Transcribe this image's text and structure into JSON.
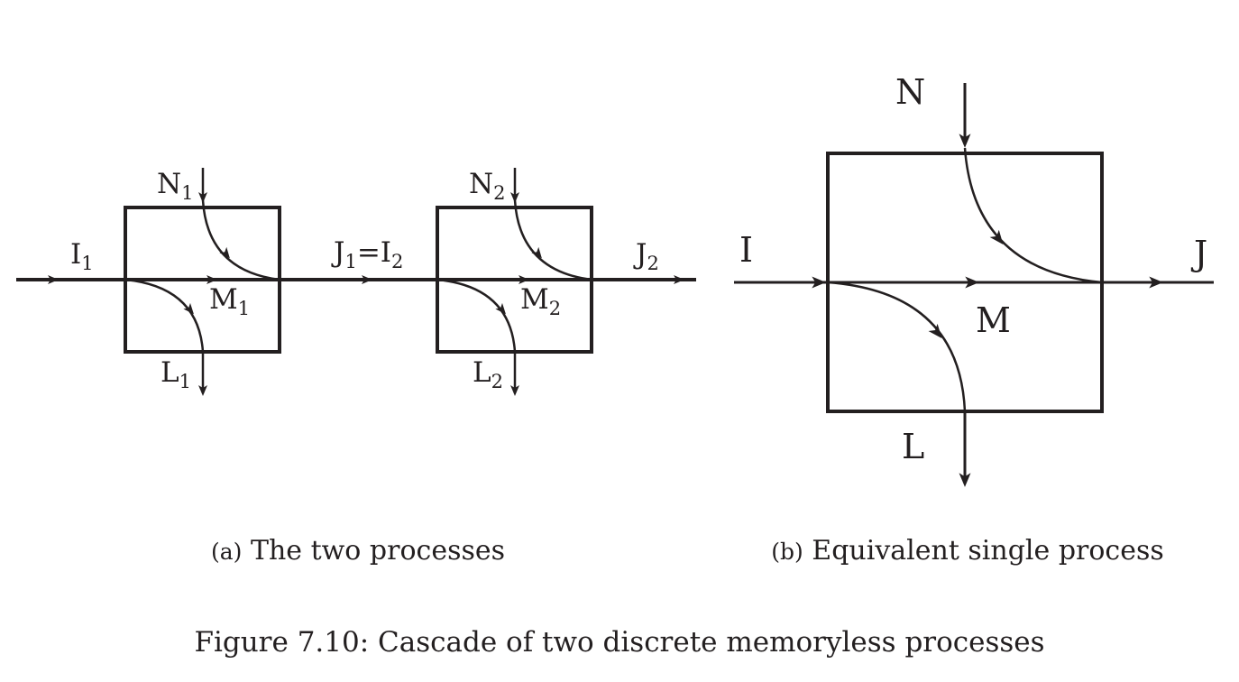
{
  "figure": {
    "caption": "Figure 7.10: Cascade of two discrete memoryless processes"
  },
  "panel_a": {
    "sublabel": "(a)",
    "caption": "The two processes",
    "process1": {
      "input": {
        "base": "I",
        "sub": "1"
      },
      "top": {
        "base": "N",
        "sub": "1"
      },
      "middle": {
        "base": "M",
        "sub": "1"
      },
      "bottom": {
        "base": "L",
        "sub": "1"
      }
    },
    "link": {
      "left_base": "J",
      "left_sub": "1",
      "equals": "=",
      "right_base": "I",
      "right_sub": "2"
    },
    "process2": {
      "top": {
        "base": "N",
        "sub": "2"
      },
      "middle": {
        "base": "M",
        "sub": "2"
      },
      "bottom": {
        "base": "L",
        "sub": "2"
      },
      "output": {
        "base": "J",
        "sub": "2"
      }
    }
  },
  "panel_b": {
    "sublabel": "(b)",
    "caption": "Equivalent single process",
    "labels": {
      "top": "N",
      "input": "I",
      "output": "J",
      "middle": "M",
      "bottom": "L"
    }
  }
}
